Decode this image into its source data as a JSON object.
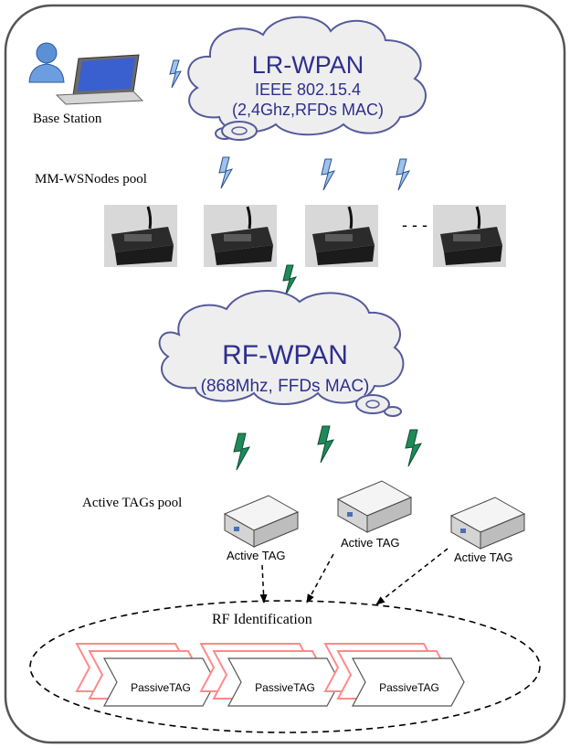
{
  "colors": {
    "cloud_fill": "#eeeeef",
    "cloud_stroke": "#555a99",
    "cloud_text": "#2e2f8c",
    "bolt_blue": "#9cc3ec",
    "bolt_green": "#1e8a5a",
    "tag_stroke": "#ff8a8a",
    "frame_stroke": "#555555"
  },
  "base_station": {
    "label": "Base Station",
    "icons": [
      "user-icon",
      "laptop-icon"
    ]
  },
  "lr_wpan": {
    "title": "LR-WPAN",
    "line1": "IEEE 802.15.4",
    "line2": "(2,4Ghz,RFDs MAC)"
  },
  "mm_pool": {
    "label": "MM-WSNodes pool",
    "node_icon": "sensor-board-icon",
    "node_count": 4,
    "ellipsis": "- - -"
  },
  "rf_wpan": {
    "title": "RF-WPAN",
    "line1": "(868Mhz, FFDs MAC)"
  },
  "active_pool": {
    "label": "Active TAGs pool",
    "tags": [
      {
        "label": "Active TAG"
      },
      {
        "label": "Active TAG"
      },
      {
        "label": "Active TAG"
      }
    ]
  },
  "rf_identification": {
    "label": "RF Identification",
    "passive_tags": [
      {
        "label": "PassiveTAG"
      },
      {
        "label": "PassiveTAG"
      },
      {
        "label": "PassiveTAG"
      }
    ]
  }
}
